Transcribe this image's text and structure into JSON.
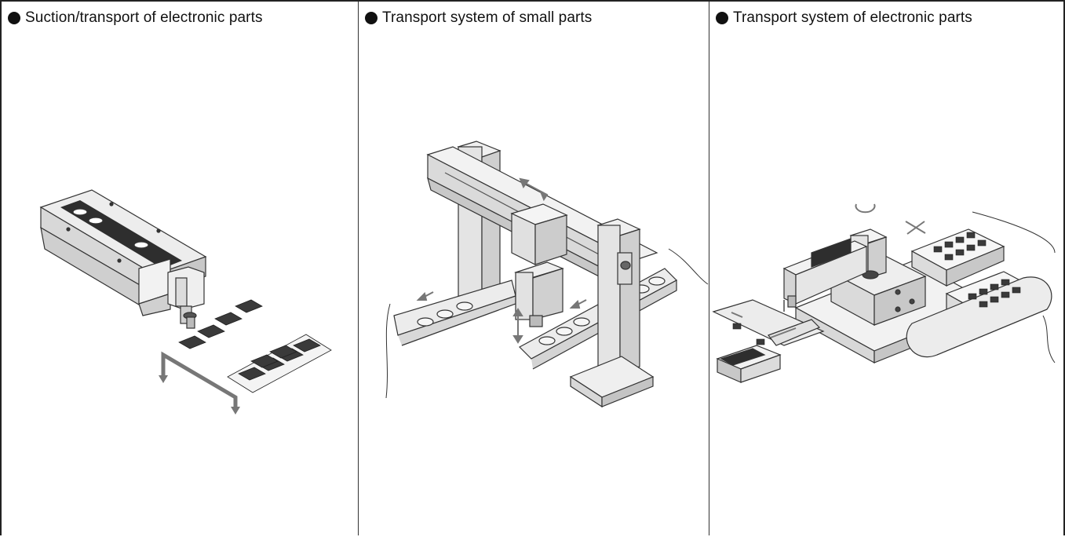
{
  "panels": [
    {
      "caption": "Suction/transport of electronic parts"
    },
    {
      "caption": "Transport system of small parts"
    },
    {
      "caption": "Transport system of electronic parts"
    }
  ],
  "colors": {
    "border": "#222222",
    "line": "#333333",
    "metal": "#e6e6e6",
    "dark": "#3a3a3a",
    "arrow": "#777777"
  }
}
